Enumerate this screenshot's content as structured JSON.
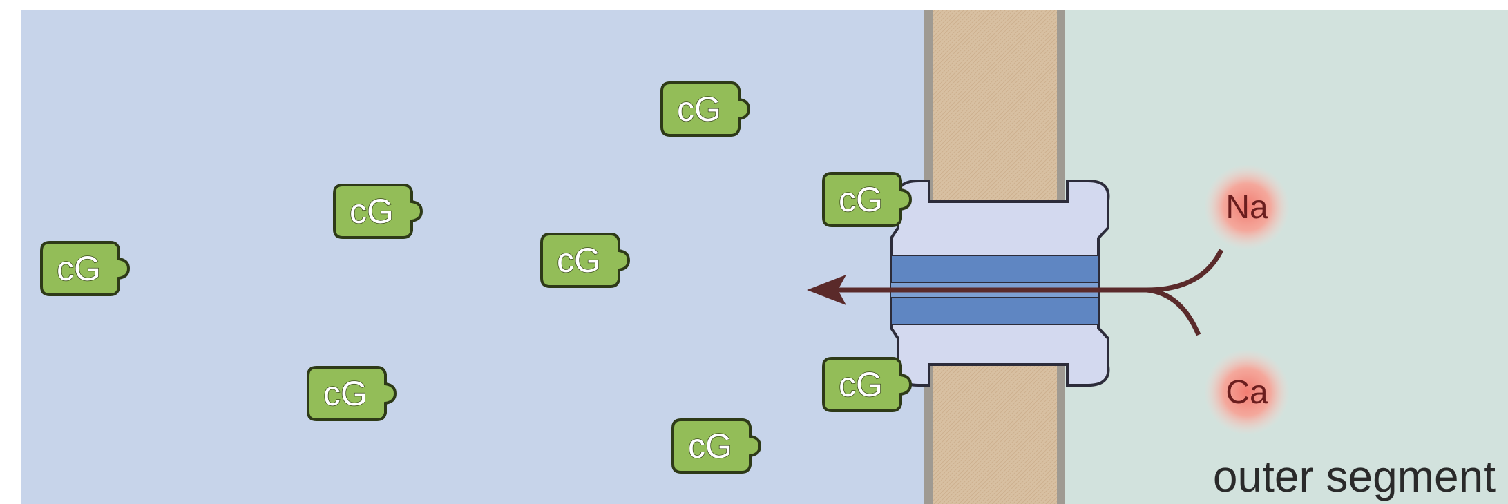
{
  "diagram": {
    "molecule_label": "cG",
    "ions": [
      "Na",
      "Ca"
    ],
    "region_label": "outer segment"
  },
  "colors": {
    "cytoplasm": "#c7d4ea",
    "extracellular": "#d2e2dd",
    "membrane": "#d8c0a2",
    "membrane_edge": "#9f9a92",
    "channel_body": "#d3d9ef",
    "channel_pore": "#5f86c2",
    "cg_fill": "#93bd58",
    "cg_border": "#2e3a18",
    "ion_glow": "#f19a90",
    "arrow": "#5a2a2a"
  }
}
